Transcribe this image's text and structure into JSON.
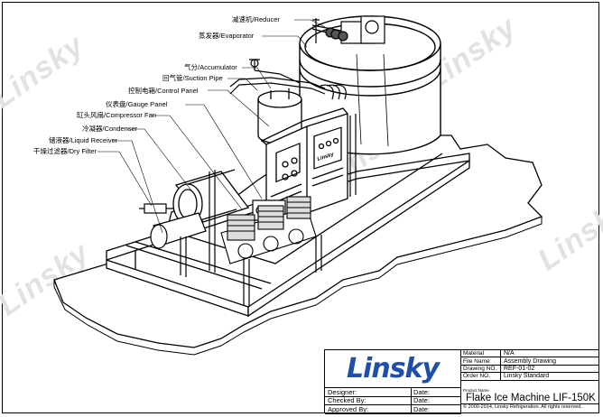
{
  "labels": {
    "reducer": "减速机/Reducer",
    "evaporator": "蒸发器/Evaporator",
    "accumulator": "气分/Accumulator",
    "suction_pipe": "回气管/Suction Pipe",
    "control_panel": "控制电箱/Control Panel",
    "gauge_panel": "仪表盘/Gauge Panel",
    "compressor_fan": "缸头风扇/Compressor Fan",
    "condenser": "冷凝器/Condenser",
    "liquid_receiver": "储液器/Liquid Receiver",
    "dry_filter": "干燥过滤器/Dry Filter"
  },
  "watermark": "Linsky",
  "panel_text": "Linsky",
  "title_block": {
    "logo": "Linsky",
    "material_label": "Material",
    "material_value": "N/A",
    "file_name_label": "File Name",
    "file_name_value": "Assembly Drawing",
    "drawing_no_label": "Drawing NO.",
    "drawing_no_value": "REF-01-02",
    "order_no_label": "Order NO.",
    "order_no_value": "Linsky Standard",
    "product_name_label": "Product Name",
    "product_name": "Flake Ice Machine LIF-150K",
    "designer_label": "Designer:",
    "checked_label": "Checked By:",
    "approved_label": "Approved By:",
    "date_label": "Date:",
    "copyright": "©  2000-2014, Linsky Refrigeration. All rights reserved."
  }
}
